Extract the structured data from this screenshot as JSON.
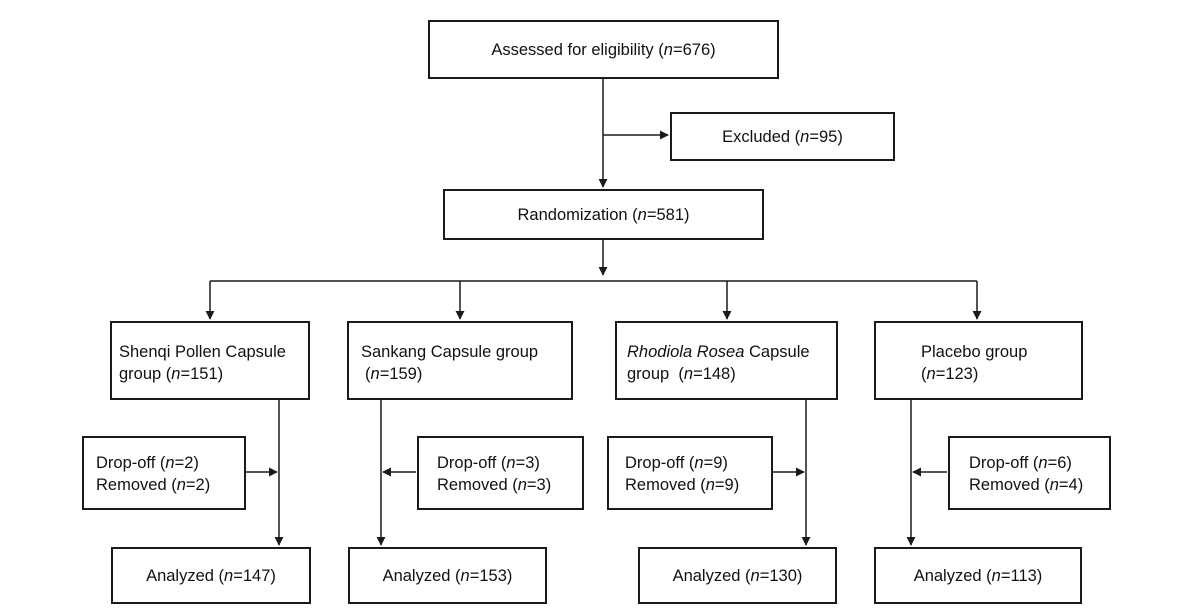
{
  "assessed": {
    "pre": "Assessed for eligibility (",
    "n": "n",
    "post": "=676)"
  },
  "excluded": {
    "pre": "Excluded (",
    "n": "n",
    "post": "=95)"
  },
  "randomization": {
    "pre": "Randomization (",
    "n": "n",
    "post": "=581)"
  },
  "groups": [
    {
      "l1": "Shenqi Pollen Capsule",
      "l2": {
        "pre": "group (",
        "n": "n",
        "post": "=151)"
      },
      "drop": {
        "pre": "Drop-off (",
        "n": "n",
        "post": "=2)"
      },
      "removed": {
        "pre": "Removed (",
        "n": "n",
        "post": "=2)"
      },
      "analyzed": {
        "pre": "Analyzed (",
        "n": "n",
        "post": "=147)"
      }
    },
    {
      "l1": "Sankang Capsule group",
      "l2": {
        "pre": "(",
        "n": "n",
        "post": "=159)"
      },
      "drop": {
        "pre": "Drop-off (",
        "n": "n",
        "post": "=3)"
      },
      "removed": {
        "pre": "Removed (",
        "n": "n",
        "post": "=3)"
      },
      "analyzed": {
        "pre": "Analyzed (",
        "n": "n",
        "post": "=153)"
      }
    },
    {
      "l1_italic": "Rhodiola Rosea",
      "l1_rest": " Capsule",
      "l2": {
        "pre": "group  (",
        "n": "n",
        "post": "=148)"
      },
      "drop": {
        "pre": "Drop-off (",
        "n": "n",
        "post": "=9)"
      },
      "removed": {
        "pre": "Removed (",
        "n": "n",
        "post": "=9)"
      },
      "analyzed": {
        "pre": "Analyzed (",
        "n": "n",
        "post": "=130)"
      }
    },
    {
      "l1": "Placebo group",
      "l2": {
        "pre": "(",
        "n": "n",
        "post": "=123)"
      },
      "drop": {
        "pre": "Drop-off (",
        "n": "n",
        "post": "=6)"
      },
      "removed": {
        "pre": "Removed (",
        "n": "n",
        "post": "=4)"
      },
      "analyzed": {
        "pre": "Analyzed (",
        "n": "n",
        "post": "=113)"
      }
    }
  ]
}
